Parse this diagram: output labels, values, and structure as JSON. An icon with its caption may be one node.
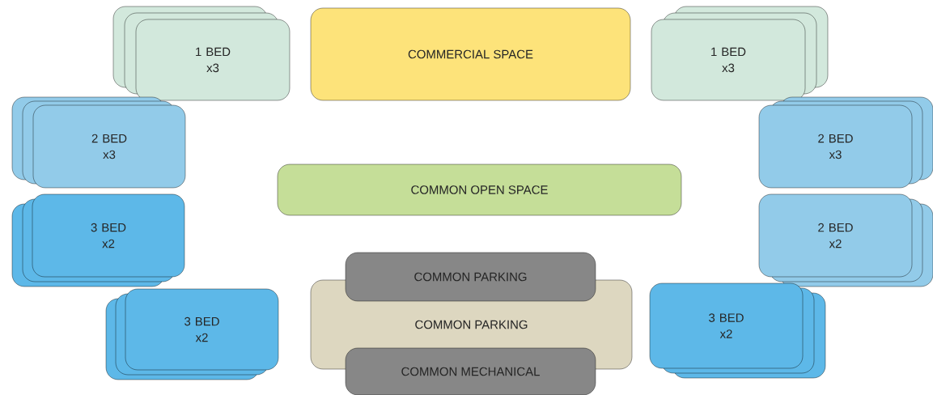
{
  "diagram": {
    "nodes": [
      {
        "text": [
          "1 BED x3"
        ]
      },
      {
        "text": [
          "COMMERCIAL SPACE"
        ]
      },
      {
        "text": [
          "1 BED x3"
        ]
      },
      {
        "text": [
          "2 BED x3"
        ]
      },
      {
        "text": [
          "2 BED x3"
        ]
      },
      {
        "text": [
          "COMMON OPEN SPACE"
        ]
      },
      {
        "text": [
          "3 BED x2"
        ]
      },
      {
        "text": [
          "2 BED x2"
        ]
      },
      {
        "text": [
          "COMMON PARKING"
        ]
      },
      {
        "text": [
          "COMMON PARKING"
        ]
      },
      {
        "text": [
          "3 BED x2"
        ]
      },
      {
        "text": [
          "3 BED x2"
        ]
      },
      {
        "text": [
          "COMMON MECHANICAL"
        ]
      }
    ]
  }
}
